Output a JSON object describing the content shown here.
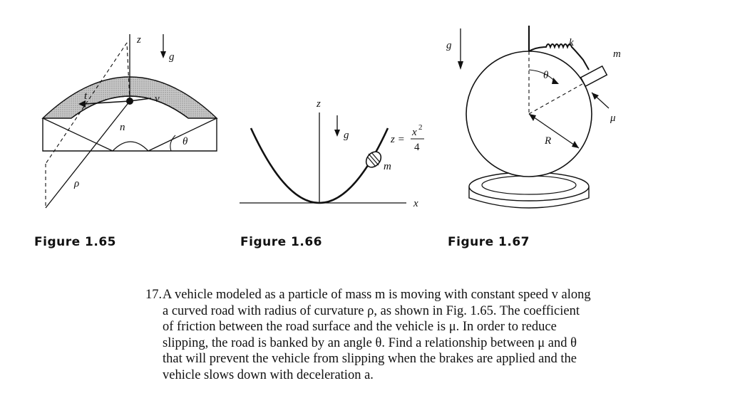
{
  "figures": [
    {
      "id": "fig-1-65",
      "caption": "Figure 1.65",
      "labels": {
        "z": "z",
        "g": "g",
        "t": "t",
        "v": "v",
        "n": "n",
        "theta": "θ",
        "rho": "ρ"
      }
    },
    {
      "id": "fig-1-66",
      "caption": "Figure 1.66",
      "labels": {
        "z": "z",
        "g": "g",
        "eq_lhs": "z =",
        "eq_num": "x",
        "eq_exp": "2",
        "eq_den": "4",
        "m": "m",
        "x": "x"
      }
    },
    {
      "id": "fig-1-67",
      "caption": "Figure 1.67",
      "labels": {
        "g": "g",
        "k": "k",
        "m": "m",
        "theta": "θ",
        "mu": "μ",
        "R": "R"
      }
    }
  ],
  "problem": {
    "number": "17.",
    "lines": [
      "A vehicle modeled as a particle of mass m is moving with constant speed v along",
      "a curved road with radius of curvature ρ, as shown in Fig. 1.65. The coefficient",
      "of friction between the road surface and the vehicle is μ. In order to reduce",
      "slipping, the road is banked by an angle θ. Find a relationship between μ and θ",
      "that will prevent the vehicle from slipping when the brakes are applied and the",
      "vehicle slows down with deceleration a."
    ]
  }
}
